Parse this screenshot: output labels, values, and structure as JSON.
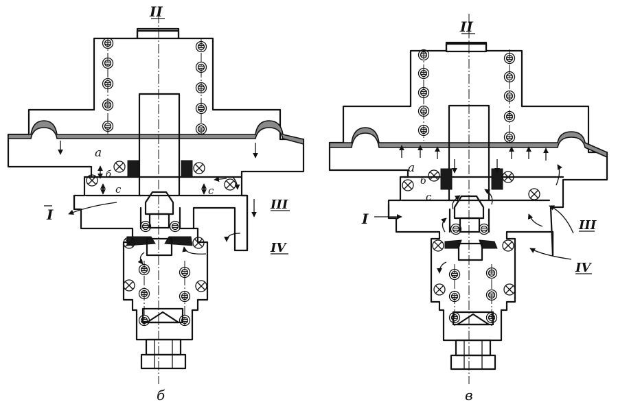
{
  "figures": [
    {
      "id": "b",
      "caption": "б",
      "ports": {
        "top": "II",
        "left": "I",
        "right_upper": "III",
        "right_lower": "IV"
      },
      "chambers": {
        "a": "a",
        "b": "б",
        "c_left": "c",
        "c_right": "c"
      }
    },
    {
      "id": "v",
      "caption": "в",
      "ports": {
        "top": "II",
        "left": "I",
        "right_upper": "III",
        "right_lower": "IV"
      },
      "chambers": {
        "a": "a",
        "b": "б",
        "c_left": "c"
      }
    }
  ]
}
